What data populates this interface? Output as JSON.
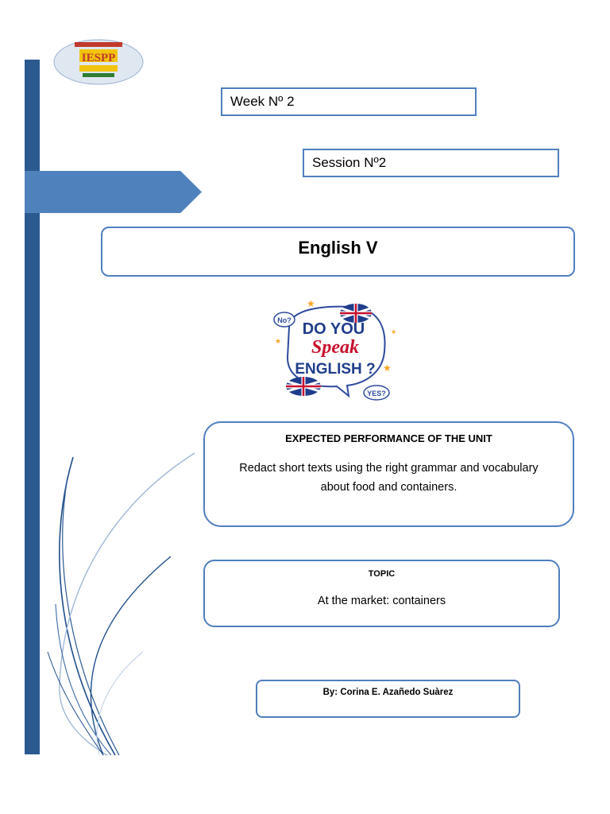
{
  "logo": {
    "text": "IESPP"
  },
  "week": {
    "label": "Week Nº 2"
  },
  "session": {
    "label": "Session Nº2"
  },
  "course": {
    "title": "English V"
  },
  "illustration": {
    "line1": "DO YOU",
    "line2": "Speak",
    "line3": "ENGLISH ?",
    "bubble_no": "No?",
    "bubble_yes": "YES?"
  },
  "performance": {
    "heading": "EXPECTED PERFORMANCE OF THE UNIT",
    "body": "Redact short texts  using  the right grammar and vocabulary about food and containers."
  },
  "topic": {
    "heading": "TOPIC",
    "body": "At the market: containers"
  },
  "author": {
    "line": "By: Corina E. Azañedo Suàrez"
  },
  "colors": {
    "accent_dark": "#2a5a90",
    "accent": "#4f81bd",
    "box_border": "#4f7fbf"
  }
}
